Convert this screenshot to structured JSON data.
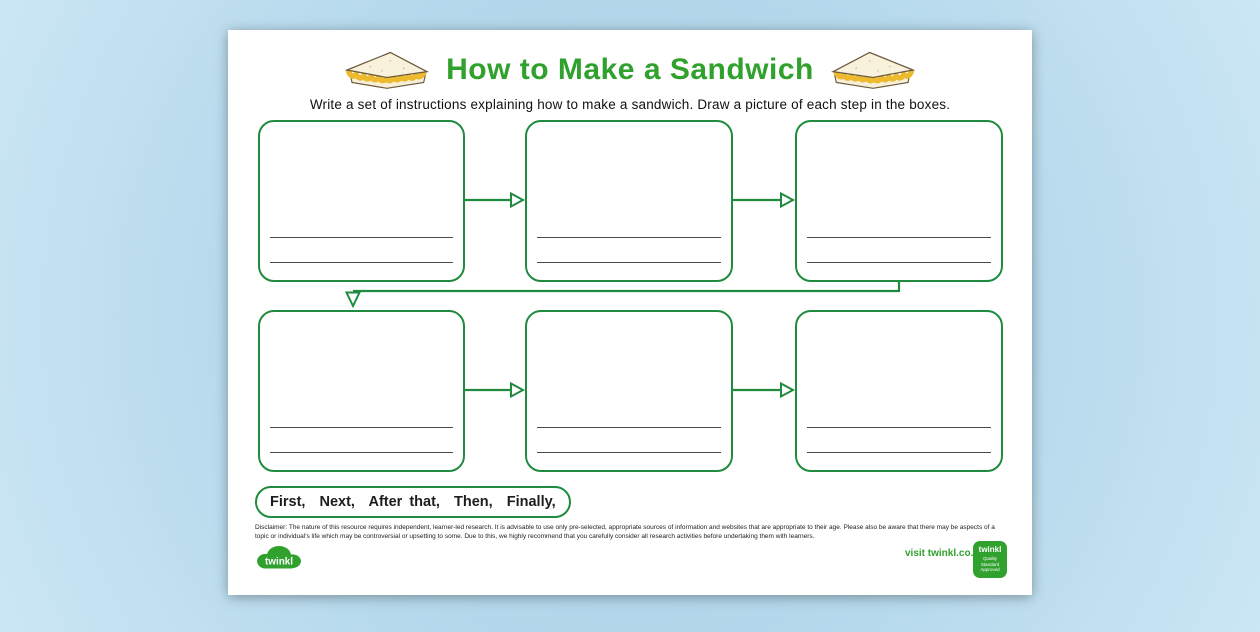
{
  "worksheet": {
    "title": "How to Make a Sandwich",
    "instructions": "Write a set of instructions explaining how to make a sandwich. Draw a picture of each step in the boxes.",
    "steps_count": 6,
    "word_bank": "First,  Next,  After that,  Then,  Finally,",
    "disclaimer": "Disclaimer: The nature of this resource requires independent, learner-led research. It is advisable to use only pre-selected, appropriate sources of information and websites that are appropriate to their age. Please also be aware that there may be aspects of a topic or individual's life which may be controversial or upsetting to some. Due to this, we highly recommend that you carefully consider all research activities before undertaking them with learners.",
    "footer": {
      "logo_text": "twinkl",
      "visit_text": "visit twinkl.co.za",
      "badge_text": "twinkl",
      "badge_caption": "Quality Standard Approved"
    },
    "icons": {
      "title_left": "sandwich-icon",
      "title_right": "sandwich-icon",
      "footer_left": "twinkl-cloud-logo",
      "footer_right": "quality-badge"
    },
    "colors": {
      "title_green": "#2fa12c",
      "border_green": "#208b3e",
      "page": "#ffffff",
      "background": "#b5d8ea"
    }
  }
}
